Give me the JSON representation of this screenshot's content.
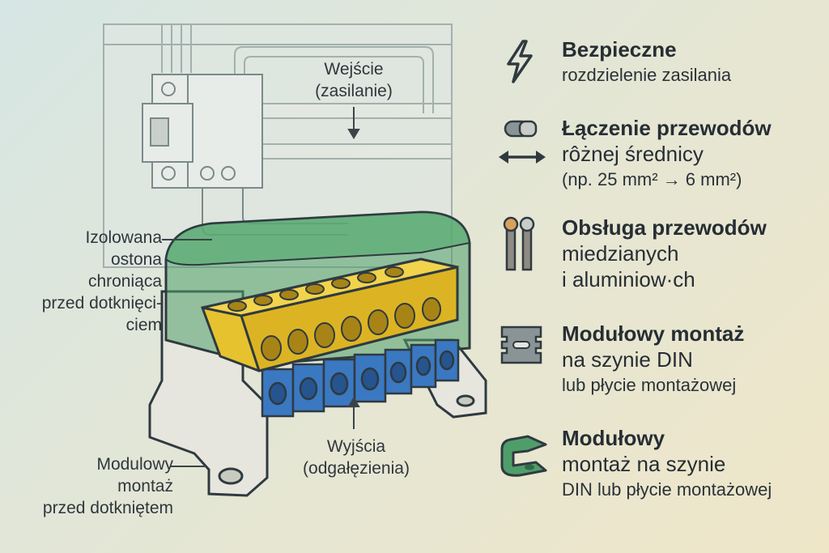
{
  "callouts": {
    "input": [
      "Wejście",
      "(zasilanie)"
    ],
    "cover": [
      "Izolowana",
      "ostona",
      "chroniąca",
      "przed dotknięci-",
      "ciem"
    ],
    "outputs": [
      "Wyjścia",
      "(odgałęzienia)"
    ],
    "mount": [
      "Modulowy",
      "montaż",
      "przed dotkniętem"
    ]
  },
  "features": [
    {
      "icon": "lightning-icon",
      "title": "Bezpieczne",
      "lines": [
        "rozdzielenie zasilania"
      ]
    },
    {
      "icon": "wire-arrows-icon",
      "title": "Łączenie przewodów",
      "lines": [
        "rôżnej średnicy",
        "(np. 25 mm² → 6 mm²)"
      ]
    },
    {
      "icon": "conductors-icon",
      "title": "Obsługa przewodów",
      "lines": [
        "miedzianych",
        "i aluminiow·ch"
      ]
    },
    {
      "icon": "din-rail-icon",
      "title": "Modułowy montaż",
      "lines": [
        "na szynie DIN",
        "lub płycie montażowej"
      ]
    },
    {
      "icon": "mounting-bracket-icon",
      "title": "Modułowy",
      "lines": [
        "montaż na szynie",
        "DIN lub płycie montażowej"
      ]
    }
  ],
  "colors": {
    "cover": "#4f9e6a",
    "yellow_bar": "#e6c22e",
    "blue_terminals": "#3a78c2",
    "housing": "#e6e6de",
    "outline": "#2f3a40"
  }
}
